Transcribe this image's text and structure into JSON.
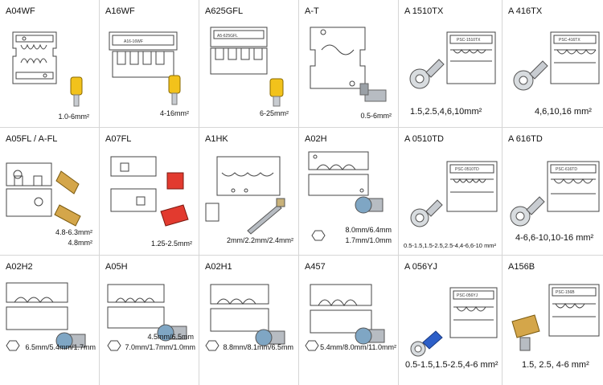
{
  "cells": [
    {
      "name": "A04WF",
      "spec": "1.0-6mm²"
    },
    {
      "name": "A16WF",
      "spec": "4-16mm²"
    },
    {
      "name": "A625GFL",
      "spec": "6-25mm²"
    },
    {
      "name": "A-T",
      "spec": "0.5-6mm²"
    },
    {
      "name": "A 1510TX",
      "spec": "1.5,2.5,4,6,10mm²"
    },
    {
      "name": "A 416TX",
      "spec": "4,6,10,16 mm²"
    },
    {
      "name": "A05FL / A-FL",
      "spec": "4.8-6.3mm²",
      "spec2": "4.8mm²"
    },
    {
      "name": "A07FL",
      "spec": "1.25-2.5mm²"
    },
    {
      "name": "A1HK",
      "spec": "2mm/2.2mm/2.4mm²"
    },
    {
      "name": "A02H",
      "spec": "8.0mm/6.4mm",
      "spec2": "1.7mm/1.0mm"
    },
    {
      "name": "A 0510TD",
      "spec": "0.5-1.5,1.5-2.5,2.5-4,4-6,6-10 mm²"
    },
    {
      "name": "A 616TD",
      "spec": "4-6,6-10,10-16 mm²"
    },
    {
      "name": "A02H2",
      "spec": "6.5mm/5.4mm/1.7mm"
    },
    {
      "name": "A05H",
      "spec": "4.5mm/6.5mm",
      "spec2": "7.0mm/1.7mm/1.0mm"
    },
    {
      "name": "A02H1",
      "spec": "8.8mm/8.1mm/6.5mm"
    },
    {
      "name": "A457",
      "spec": "5.4mm/8.0mm/11.0mm²"
    },
    {
      "name": "A 056YJ",
      "spec": "0.5-1.5,1.5-2.5,4-6 mm²"
    },
    {
      "name": "A156B",
      "spec": "1.5, 2.5, 4-6 mm²"
    }
  ],
  "die_labels": {
    "a16wf": "A16-16WF",
    "a625": "A5-625GFL",
    "a1510": "PSC-1510TX",
    "a416": "PSC-416TX",
    "a0510": "PSC-0510TD",
    "a616": "PSC-616TD",
    "a056": "PSC-056YJ",
    "a156": "PSC-156B"
  },
  "colors": {
    "yellow": "#f2c21b",
    "red": "#e23a2f",
    "blue": "#2d5fc8",
    "brass": "#d4a64a",
    "silver": "#b7bcc2"
  }
}
